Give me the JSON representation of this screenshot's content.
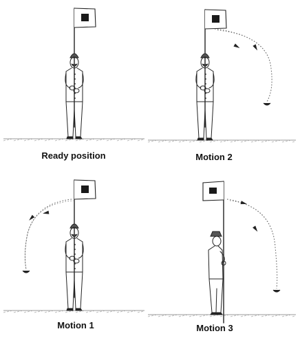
{
  "panels": [
    {
      "id": "ready",
      "caption": "Ready position"
    },
    {
      "id": "motion2",
      "caption": "Motion 2"
    },
    {
      "id": "motion1",
      "caption": "Motion 1"
    },
    {
      "id": "motion3",
      "caption": "Motion 3"
    }
  ],
  "colors": {
    "ink": "#222222",
    "paper": "#ffffff",
    "flag_mark": "#1a1a1a"
  },
  "icons": [
    "flag-icon",
    "arrow-icon"
  ]
}
